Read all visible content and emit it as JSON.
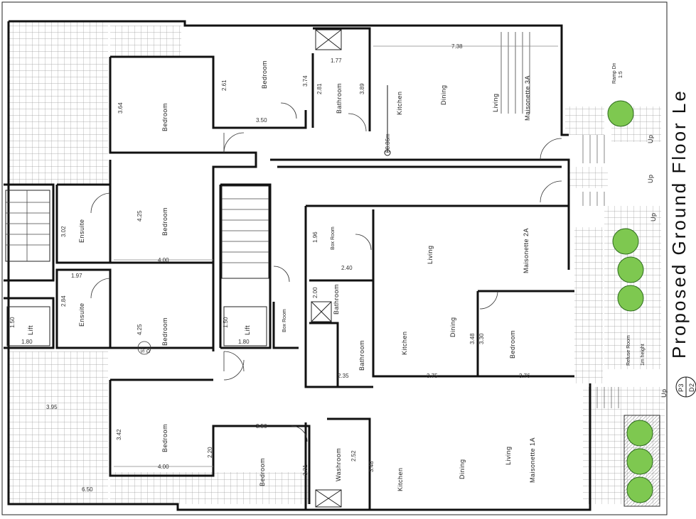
{
  "title": "Proposed Ground Floor Le",
  "sheet": {
    "top": "P3",
    "bottom": "D2"
  },
  "level": "88.86m",
  "rooms": {
    "bedroom_a": "Bedroom",
    "bedroom_b": "Bedroom",
    "bedroom_c": "Bedroom",
    "bedroom_d": "Bedroom",
    "bedroom_e": "Bedroom",
    "bedroom_f": "Bedroom",
    "bedroom_g": "Bedroom",
    "bathroom_a": "Bathroom",
    "bathroom_b": "Bathroom",
    "bathroom_c": "Bathroom",
    "ensuite_a": "Ensuite",
    "ensuite_b": "Ensuite",
    "lift_a": "Lift",
    "lift_b": "Lift",
    "box_room_a": "Box Room",
    "box_room_b": "Box Room",
    "kitchen_a": "Kitchen",
    "kitchen_b": "Kitchen",
    "kitchen_c": "Kitchen",
    "dining_a": "Dining",
    "dining_b": "Dining",
    "dining_c": "Dining",
    "living_a": "Living",
    "living_b": "Living",
    "living_c": "Living",
    "maisonette_3a": "Maisonette 3A",
    "maisonette_2a": "Maisonette 2A",
    "maisonette_1a": "Maisonette 1A",
    "washroom": "Washroom",
    "refuse_room": "Refuse Room",
    "refuse_height": "1m height",
    "ramp": "Ramp Dn",
    "ramp_ratio": "1:5"
  },
  "up_labels": [
    "Up",
    "Up",
    "Up",
    "Up"
  ],
  "dimensions": {
    "d738": "7.38",
    "d389": "3.89",
    "d374": "3.74",
    "d261": "2.61",
    "d281": "2.81",
    "d177": "1.77",
    "d350a": "3.50",
    "d364": "3.64",
    "d425a": "4.25",
    "d425b": "4.25",
    "d302": "3.02",
    "d400a": "4.00",
    "d197": "1.97",
    "d284": "2.84",
    "d150a": "1.50",
    "d150b": "1.50",
    "d180a": "1.80",
    "d180b": "1.80",
    "d196": "1.96",
    "d240": "2.40",
    "d200": "2.00",
    "d348": "3.48",
    "d330": "3.30",
    "d375": "3.75",
    "d376": "3.76",
    "d235": "2.35",
    "d342": "3.42",
    "d220": "2.20",
    "d400b": "4.00",
    "d350b": "3.50",
    "d331": "3.31",
    "d252": "2.52",
    "d348b": "3.48",
    "d395": "3.95",
    "d650": "6.50",
    "s2": "S2",
    "d5": "D5"
  }
}
